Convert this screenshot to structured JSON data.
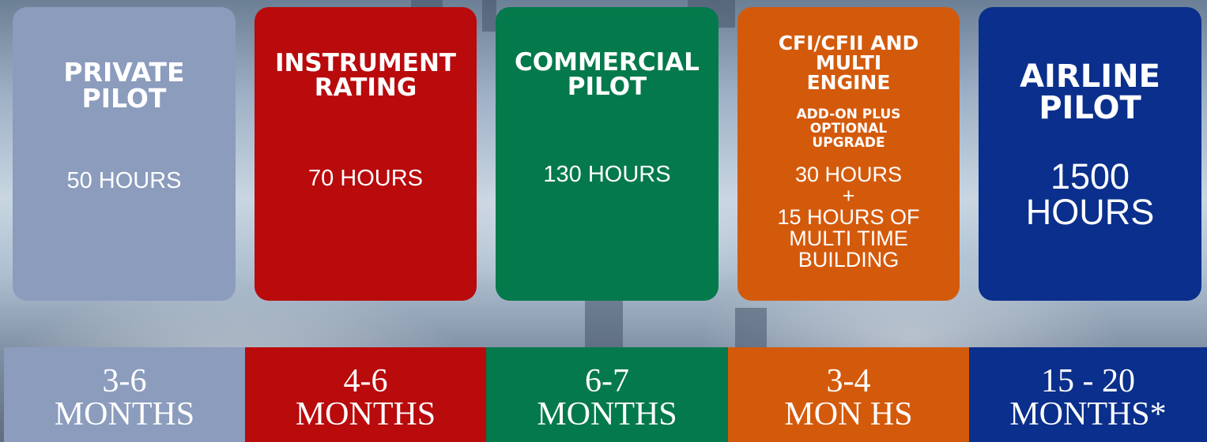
{
  "colors": {
    "private": "#8b9cbd",
    "instrument": "#b90a0c",
    "commercial": "#04794b",
    "cfi": "#d45a0b",
    "airline": "#0a2f8c"
  },
  "stages": [
    {
      "title": "PRIVATE\nPILOT",
      "subtitle": "",
      "hours": "50 HOURS",
      "duration_line1": "3-6",
      "duration_line2": "MONTHS"
    },
    {
      "title": "INSTRUMENT\nRATING",
      "subtitle": "",
      "hours": "70 HOURS",
      "duration_line1": "4-6",
      "duration_line2": "MONTHS"
    },
    {
      "title": "COMMERCIAL\nPILOT",
      "subtitle": "",
      "hours": "130 HOURS",
      "duration_line1": "6-7",
      "duration_line2": "MONTHS"
    },
    {
      "title": "CFI/CFII AND\nMULTI\nENGINE",
      "subtitle": "ADD-ON PLUS\nOPTIONAL\nUPGRADE",
      "hours": "30 HOURS\n+\n15 HOURS OF\nMULTI TIME\nBUILDING",
      "duration_line1": "3-4",
      "duration_line2": "MON HS"
    },
    {
      "title": "AIRLINE\nPILOT",
      "subtitle": "",
      "hours": "1500\nHOURS",
      "duration_line1": "15 - 20",
      "duration_line2": "MONTHS*"
    }
  ]
}
